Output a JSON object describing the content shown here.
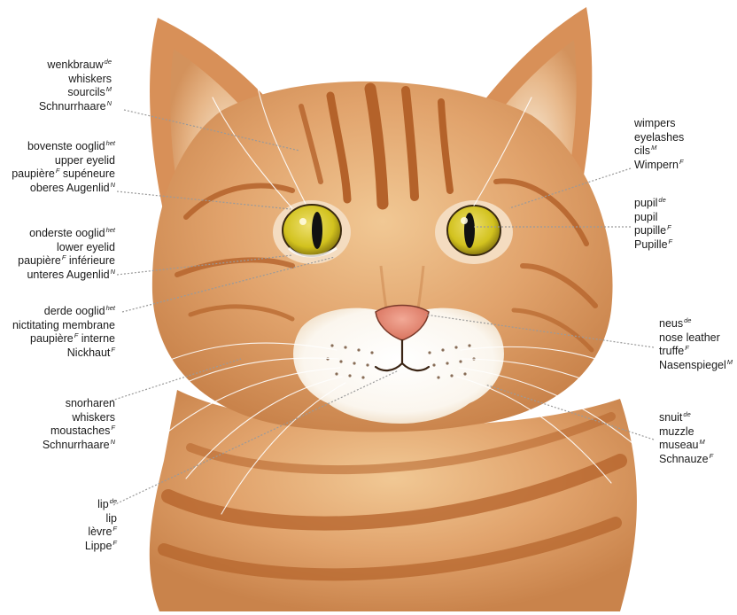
{
  "colors": {
    "fur": "#e1a36c",
    "fur_light": "#f1c894",
    "fur_shadow": "#c9834b",
    "stripe": "#b4622a",
    "muzzle": "#fbf6ee",
    "eye": "#d2c21e",
    "nose": "#e58a76",
    "leader_line": "#9a9a9a"
  },
  "labels": {
    "eyebrow": {
      "lines": [
        {
          "text": "wenkbrauw",
          "sup": "de"
        },
        {
          "text": "whiskers",
          "sup": ""
        },
        {
          "text": "sourcils",
          "sup": "M"
        },
        {
          "text": "Schnurrhaare",
          "sup": "N"
        }
      ]
    },
    "upper_eyelid": {
      "lines": [
        {
          "text": "bovenste ooglid",
          "sup": "het"
        },
        {
          "text": "upper eyelid",
          "sup": ""
        },
        {
          "text": "paupière",
          "sup": "F",
          "suffix": " supéneure"
        },
        {
          "text": "oberes Augenlid",
          "sup": "N"
        }
      ]
    },
    "lower_eyelid": {
      "lines": [
        {
          "text": "onderste ooglid",
          "sup": "het"
        },
        {
          "text": "lower eyelid",
          "sup": ""
        },
        {
          "text": "paupière",
          "sup": "F",
          "suffix": " inférieure"
        },
        {
          "text": "unteres Augenlid",
          "sup": "N"
        }
      ]
    },
    "third_eyelid": {
      "lines": [
        {
          "text": "derde ooglid",
          "sup": "het"
        },
        {
          "text": "nictitating membrane",
          "sup": ""
        },
        {
          "text": "paupière",
          "sup": "F",
          "suffix": " interne"
        },
        {
          "text": "Nickhaut",
          "sup": "F"
        }
      ]
    },
    "whiskers": {
      "lines": [
        {
          "text": "snorharen",
          "sup": ""
        },
        {
          "text": "whiskers",
          "sup": ""
        },
        {
          "text": "moustaches",
          "sup": "F"
        },
        {
          "text": "Schnurrhaare",
          "sup": "N"
        }
      ]
    },
    "lip": {
      "lines": [
        {
          "text": "lip",
          "sup": "de"
        },
        {
          "text": "lip",
          "sup": ""
        },
        {
          "text": "lèvre",
          "sup": "F"
        },
        {
          "text": "Lippe",
          "sup": "F"
        }
      ]
    },
    "eyelashes": {
      "lines": [
        {
          "text": "wimpers",
          "sup": ""
        },
        {
          "text": "eyelashes",
          "sup": ""
        },
        {
          "text": "cils",
          "sup": "M"
        },
        {
          "text": "Wimpern",
          "sup": "F"
        }
      ]
    },
    "pupil": {
      "lines": [
        {
          "text": "pupil",
          "sup": "de"
        },
        {
          "text": "pupil",
          "sup": ""
        },
        {
          "text": "pupille",
          "sup": "F"
        },
        {
          "text": "Pupille",
          "sup": "F"
        }
      ]
    },
    "nose_leather": {
      "lines": [
        {
          "text": "neus",
          "sup": "de"
        },
        {
          "text": "nose leather",
          "sup": ""
        },
        {
          "text": "truffe",
          "sup": "F"
        },
        {
          "text": "Nasenspiegel",
          "sup": "M"
        }
      ]
    },
    "muzzle": {
      "lines": [
        {
          "text": "snuit",
          "sup": "de"
        },
        {
          "text": "muzzle",
          "sup": ""
        },
        {
          "text": "museau",
          "sup": "M"
        },
        {
          "text": "Schnauze",
          "sup": "F"
        }
      ]
    }
  }
}
